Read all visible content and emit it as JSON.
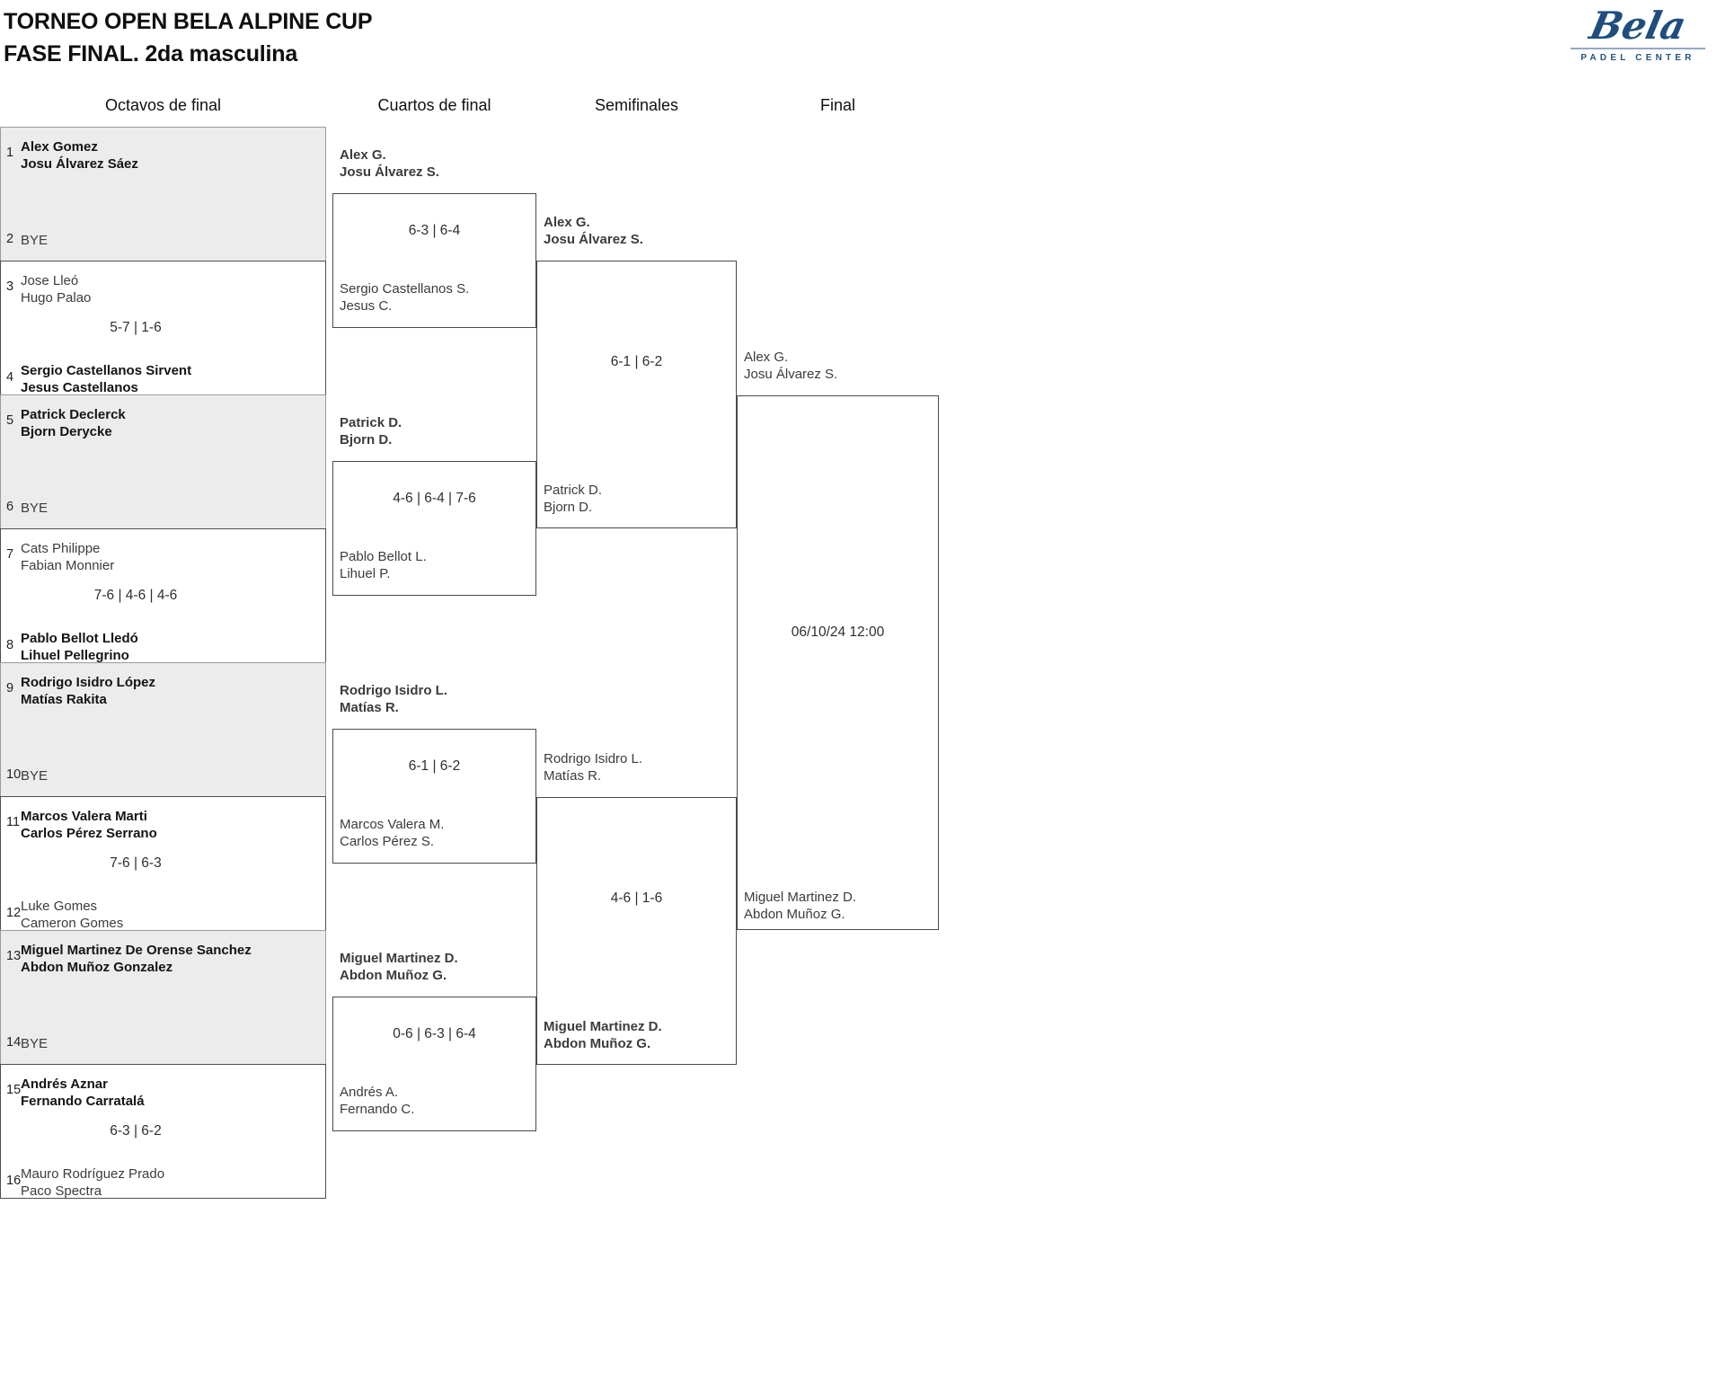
{
  "header": {
    "title_line1": "TORNEO OPEN BELA ALPINE CUP",
    "title_line2": "FASE FINAL. 2da masculina"
  },
  "logo": {
    "brand": "Bela",
    "tagline": "PADEL CENTER",
    "brand_color": "#1f4e7d"
  },
  "round_headers": {
    "r1": "Octavos de final",
    "r2": "Cuartos de final",
    "r3": "Semifinales",
    "r4": "Final"
  },
  "octavos": [
    {
      "p1": {
        "seed": "1",
        "line1": "Alex Gomez",
        "line2": "Josu Álvarez Sáez",
        "winner": true
      },
      "p2": {
        "seed": "2",
        "line1": "BYE",
        "winner": false
      },
      "score": ""
    },
    {
      "p1": {
        "seed": "3",
        "line1": "Jose Lleó",
        "line2": "Hugo Palao",
        "winner": false
      },
      "p2": {
        "seed": "4",
        "line1": "Sergio Castellanos Sirvent",
        "line2": "Jesus Castellanos",
        "winner": true
      },
      "score": "5-7 | 1-6"
    },
    {
      "p1": {
        "seed": "5",
        "line1": "Patrick Declerck",
        "line2": "Bjorn Derycke",
        "winner": true
      },
      "p2": {
        "seed": "6",
        "line1": "BYE",
        "winner": false
      },
      "score": ""
    },
    {
      "p1": {
        "seed": "7",
        "line1": "Cats Philippe",
        "line2": "Fabian Monnier",
        "winner": false
      },
      "p2": {
        "seed": "8",
        "line1": "Pablo Bellot Lledó",
        "line2": "Lihuel Pellegrino",
        "winner": true
      },
      "score": "7-6 | 4-6 | 4-6"
    },
    {
      "p1": {
        "seed": "9",
        "line1": "Rodrigo Isidro López",
        "line2": "Matías Rakita",
        "winner": true
      },
      "p2": {
        "seed": "10",
        "line1": "BYE",
        "winner": false
      },
      "score": ""
    },
    {
      "p1": {
        "seed": "11",
        "line1": "Marcos Valera Marti",
        "line2": "Carlos Pérez Serrano",
        "winner": true
      },
      "p2": {
        "seed": "12",
        "line1": "Luke Gomes",
        "line2": "Cameron Gomes",
        "winner": false
      },
      "score": "7-6 | 6-3"
    },
    {
      "p1": {
        "seed": "13",
        "line1": "Miguel Martinez De Orense Sanchez",
        "line2": "Abdon Muñoz Gonzalez",
        "winner": true
      },
      "p2": {
        "seed": "14",
        "line1": "BYE",
        "winner": false
      },
      "score": ""
    },
    {
      "p1": {
        "seed": "15",
        "line1": "Andrés Aznar",
        "line2": "Fernando Carratalá",
        "winner": true
      },
      "p2": {
        "seed": "16",
        "line1": "Mauro Rodríguez Prado",
        "line2": "Paco Spectra",
        "winner": false
      },
      "score": "6-3 | 6-2"
    }
  ],
  "cuartos": [
    {
      "p1": {
        "line1": "Alex G.",
        "line2": "Josu Álvarez S.",
        "winner": true
      },
      "p2": {
        "line1": "Sergio Castellanos S.",
        "line2": "Jesus C.",
        "winner": false
      },
      "score": "6-3 | 6-4"
    },
    {
      "p1": {
        "line1": "Patrick D.",
        "line2": "Bjorn D.",
        "winner": true
      },
      "p2": {
        "line1": "Pablo Bellot L.",
        "line2": "Lihuel P.",
        "winner": false
      },
      "score": "4-6 | 6-4 | 7-6"
    },
    {
      "p1": {
        "line1": "Rodrigo Isidro L.",
        "line2": "Matías R.",
        "winner": true
      },
      "p2": {
        "line1": "Marcos Valera M.",
        "line2": "Carlos Pérez S.",
        "winner": false
      },
      "score": "6-1 | 6-2"
    },
    {
      "p1": {
        "line1": "Miguel Martinez D.",
        "line2": "Abdon Muñoz G.",
        "winner": true
      },
      "p2": {
        "line1": "Andrés A.",
        "line2": "Fernando C.",
        "winner": false
      },
      "score": "0-6 | 6-3 | 6-4"
    }
  ],
  "semifinales": [
    {
      "p1": {
        "line1": "Alex G.",
        "line2": "Josu Álvarez S.",
        "winner": true
      },
      "p2": {
        "line1": "Patrick D.",
        "line2": "Bjorn D.",
        "winner": false
      },
      "score": "6-1 | 6-2"
    },
    {
      "p1": {
        "line1": "Rodrigo Isidro L.",
        "line2": "Matías R.",
        "winner": false
      },
      "p2": {
        "line1": "Miguel Martinez D.",
        "line2": "Abdon Muñoz G.",
        "winner": true
      },
      "score": "4-6 | 1-6"
    }
  ],
  "final": {
    "p1": {
      "line1": "Alex G.",
      "line2": "Josu Álvarez S.",
      "winner": false
    },
    "p2": {
      "line1": "Miguel Martinez D.",
      "line2": "Abdon Muñoz G.",
      "winner": false
    },
    "datetime": "06/10/24 12:00"
  }
}
